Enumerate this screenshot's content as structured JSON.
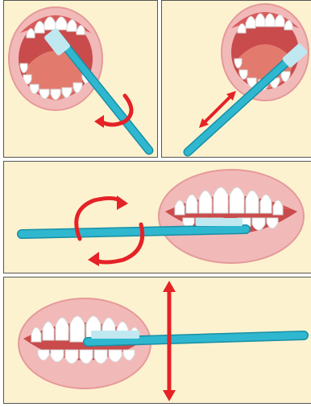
{
  "colors": {
    "panel_bg": "#fdf2cf",
    "panel_border": "#555555",
    "lips": "#f2b9b9",
    "lips_outline": "#e59a9a",
    "mouth_inner": "#c94b4b",
    "tongue": "#e27b6e",
    "gum": "#d95a5a",
    "tooth": "#ffffff",
    "tooth_outline": "#d9d9d9",
    "brush": "#2fb7cf",
    "brush_outline": "#178fa6",
    "bristles": "#bfe8f0",
    "arrow": "#e52226"
  },
  "panels": [
    {
      "view": "upper-inner-teeth",
      "motion": "circular-rotate"
    },
    {
      "view": "upper-inner-teeth-side",
      "motion": "back-and-forth"
    },
    {
      "view": "front-teeth-horizontal",
      "motion": "circular"
    },
    {
      "view": "front-teeth-smile",
      "motion": "up-and-down"
    }
  ]
}
